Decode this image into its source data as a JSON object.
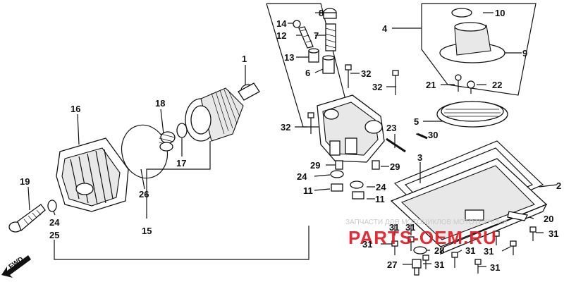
{
  "labels": {
    "n1": "1",
    "n2": "2",
    "n3": "3",
    "n4": "4",
    "n5": "5",
    "n6": "6",
    "n7": "7",
    "n8": "8",
    "n9": "9",
    "n10": "10",
    "n11a": "11",
    "n11b": "11",
    "n12": "12",
    "n13": "13",
    "n14": "14",
    "n15": "15",
    "n16": "16",
    "n17": "17",
    "n18": "18",
    "n19": "19",
    "n20": "20",
    "n21": "21",
    "n22": "22",
    "n23": "23",
    "n24a": "24",
    "n24b": "24",
    "n24c": "24",
    "n25": "25",
    "n26": "26",
    "n27": "27",
    "n28": "28",
    "n29a": "29",
    "n29b": "29",
    "n30": "30",
    "n31a": "31",
    "n31b": "31",
    "n31c": "31",
    "n31d": "31",
    "n31e": "31",
    "n31f": "31",
    "n31g": "31",
    "n31h": "31",
    "n32a": "32",
    "n32b": "32",
    "n32c": "32"
  },
  "fwd": "FWD",
  "watermark": {
    "line1": "ЗАПЧАСТИ ДЛЯ МОТОЦИКЛОВ МОТОТЕХНИКИ",
    "line2": "PARTS-OEM.RU"
  },
  "colors": {
    "ink": "#111111",
    "watermark_red": "#e21b23",
    "watermark_grey": "#c9c9c9"
  }
}
